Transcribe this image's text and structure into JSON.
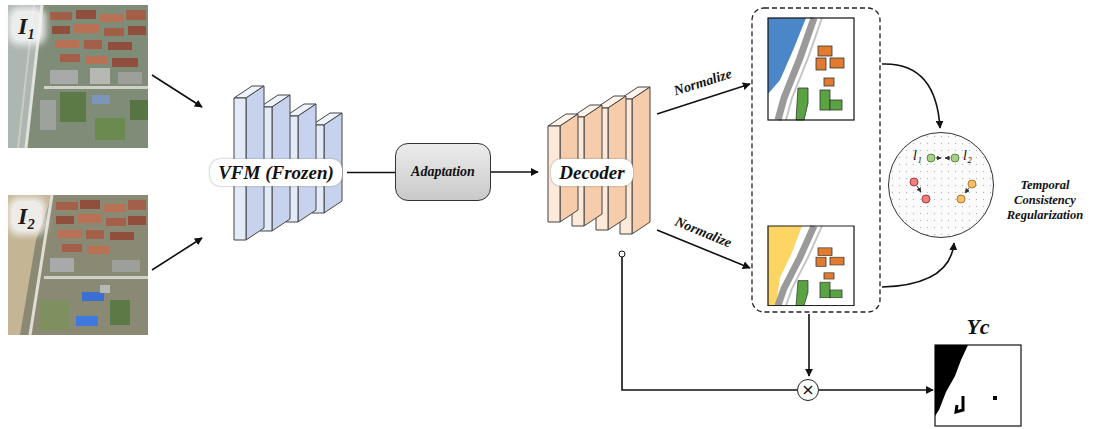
{
  "diagram": {
    "nodes": [
      {
        "text": [
          "I₁"
        ]
      },
      {
        "text": [
          "I₂"
        ]
      },
      {
        "text": [
          "VFM (Frozen)"
        ]
      },
      {
        "text": [
          "Adaptation"
        ]
      },
      {
        "text": [
          "Decoder"
        ]
      },
      {
        "text": [
          "l₁",
          "l₂"
        ]
      },
      {
        "text": [
          "×"
        ]
      },
      {
        "text": [
          "Yc"
        ]
      }
    ],
    "edges": [
      {
        "from": 0,
        "to": 2,
        "arrow": "to"
      },
      {
        "from": 1,
        "to": 2,
        "arrow": "to"
      },
      {
        "from": 2,
        "to": 3,
        "arrow": "none"
      },
      {
        "from": 3,
        "to": 4,
        "arrow": "to"
      },
      {
        "from": 4,
        "to": 6,
        "arrow": "none"
      },
      {
        "from": 6,
        "to": 7,
        "arrow": "to"
      }
    ],
    "labels": [
      "Normalize",
      "Normalize",
      "Temporal Consistency Regularization"
    ]
  }
}
